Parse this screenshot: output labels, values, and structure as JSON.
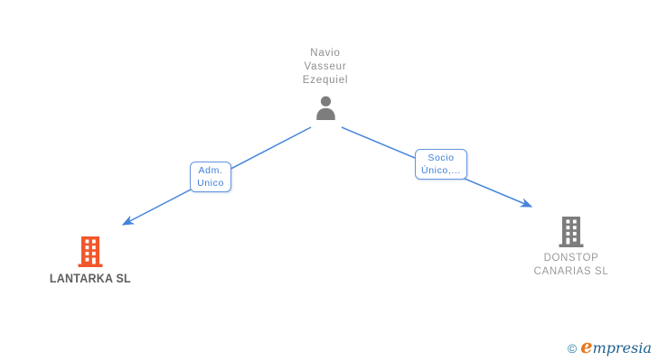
{
  "diagram": {
    "person": {
      "name": "Navio Vasseur Ezequiel"
    },
    "edges": [
      {
        "label": "Adm. Unico",
        "direction": "to-left-company"
      },
      {
        "label": "Socio Único,...",
        "direction": "to-right-company"
      }
    ],
    "companies": [
      {
        "name": "LANTARKA SL",
        "highlighted": true
      },
      {
        "name": "DONSTOP CANARIAS SL",
        "highlighted": false
      }
    ]
  },
  "colors": {
    "edge": "#4484db",
    "orange": "#f2562b",
    "gray_icon": "#7d7d7d",
    "white": "#ffffff"
  },
  "logo": {
    "copyright": "©",
    "brand_initial": "e",
    "brand_rest": "mpresia"
  }
}
